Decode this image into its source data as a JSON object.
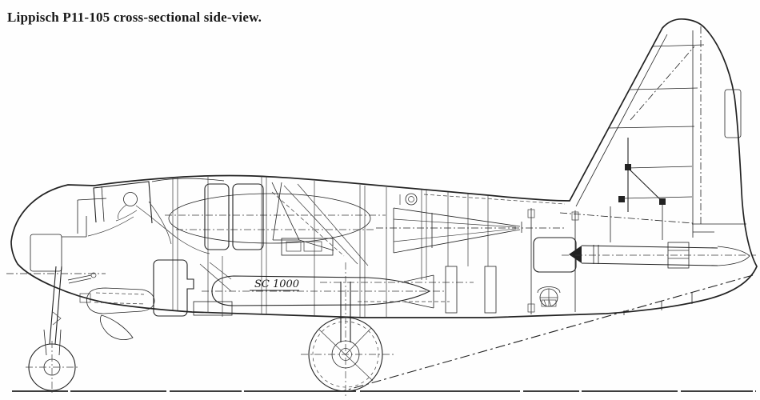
{
  "caption": "Lippisch P11-105 cross-sectional side-view.",
  "drawing": {
    "subject": "Lippisch P11-105 aircraft cutaway side view",
    "type": "technical line drawing (scanned blueprint)",
    "labels": {
      "bomb": "SC 1000"
    },
    "colors": {
      "ink": "#222222",
      "paper": "#fefefe"
    }
  }
}
